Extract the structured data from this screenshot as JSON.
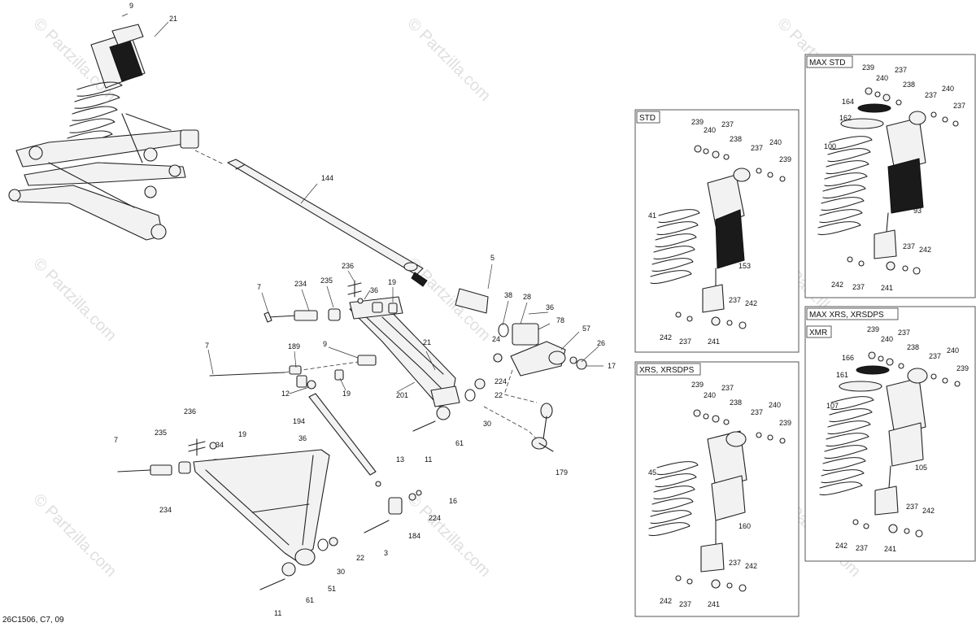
{
  "watermark": "© Partzilla.com",
  "footer_code": "26C1506, C7, 09",
  "panels": {
    "std": "STD",
    "max_std": "MAX STD",
    "xrs": "XRS, XRSDPS",
    "max_xrs": "MAX XRS, XRSDPS",
    "xmr": "XMR"
  },
  "main_callouts": [
    "9",
    "21",
    "144",
    "236",
    "5",
    "7",
    "234",
    "235",
    "36",
    "19",
    "38",
    "28",
    "36",
    "24",
    "78",
    "57",
    "21",
    "26",
    "17",
    "224",
    "22",
    "189",
    "9",
    "201",
    "30",
    "12",
    "19",
    "61",
    "7",
    "194",
    "11",
    "236",
    "19",
    "7",
    "235",
    "34",
    "36",
    "179",
    "234",
    "13",
    "16",
    "224",
    "184",
    "3",
    "22",
    "30",
    "51",
    "61",
    "11"
  ],
  "std_callouts": [
    "239",
    "240",
    "237",
    "238",
    "237",
    "240",
    "239",
    "41",
    "153",
    "237",
    "242",
    "242",
    "237",
    "241"
  ],
  "max_std_callouts": [
    "239",
    "240",
    "237",
    "238",
    "164",
    "237",
    "240",
    "162",
    "237",
    "100",
    "93",
    "237",
    "242",
    "242",
    "237",
    "241"
  ],
  "xrs_callouts": [
    "239",
    "240",
    "237",
    "238",
    "237",
    "240",
    "239",
    "45",
    "160",
    "237",
    "242",
    "242",
    "237",
    "241"
  ],
  "xmr_callouts": [
    "239",
    "240",
    "237",
    "166",
    "238",
    "237",
    "240",
    "239",
    "161",
    "107",
    "105",
    "237",
    "242",
    "242",
    "237",
    "241"
  ]
}
